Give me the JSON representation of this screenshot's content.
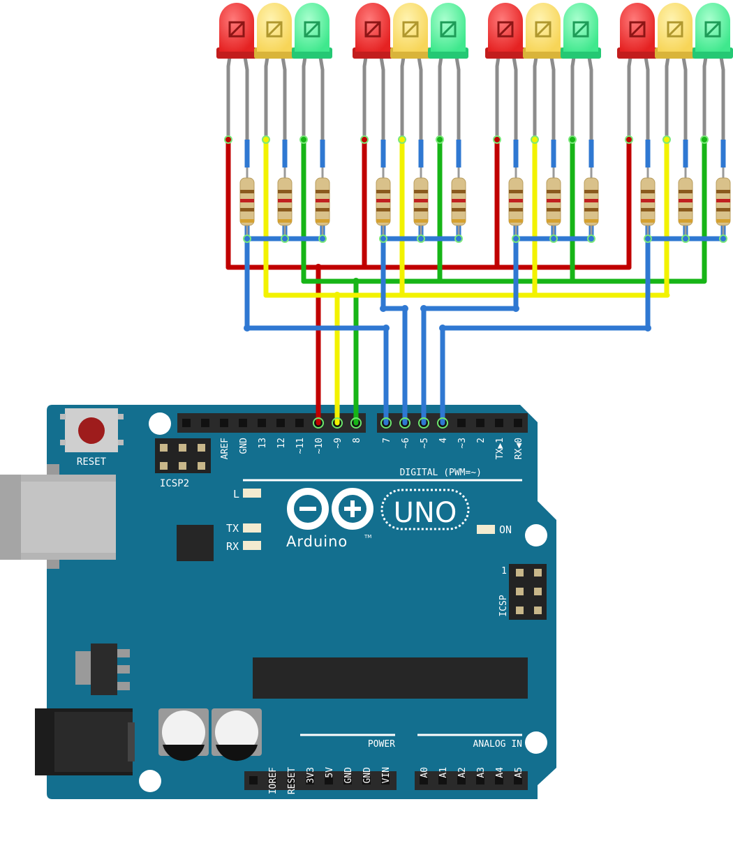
{
  "leds": {
    "colors": [
      "red",
      "yellow",
      "green"
    ],
    "groups": 4
  },
  "wire_colors": {
    "red": "#c00000",
    "yellow": "#f2f200",
    "green": "#17b517",
    "blue": "#2f78d2",
    "lead": "#8c8c8c"
  },
  "board": {
    "color": "#136f8f",
    "reset_label": "RESET",
    "icsp2_label": "ICSP2",
    "icsp_label": "ICSP",
    "icsp_pin1": "1",
    "digital_header_label": "DIGITAL (PWM=~)",
    "digital_pins_left": [
      "AREF",
      "GND",
      "13",
      "12",
      "~11",
      "~10",
      "~9",
      "8"
    ],
    "digital_pins_right": [
      "7",
      "~6",
      "~5",
      "4",
      "~3",
      "2",
      "TX▶1",
      "RX◀0"
    ],
    "led_l": "L",
    "led_tx": "TX",
    "led_rx": "RX",
    "led_on": "ON",
    "logo_word": "Arduino",
    "logo_tm": "TM",
    "model": "UNO",
    "power_header_label": "POWER",
    "power_pins": [
      "IOREF",
      "RESET",
      "3V3",
      "5V",
      "GND",
      "GND",
      "VIN"
    ],
    "analog_header_label": "ANALOG IN",
    "analog_pins": [
      "A0",
      "A1",
      "A2",
      "A3",
      "A4",
      "A5"
    ]
  }
}
